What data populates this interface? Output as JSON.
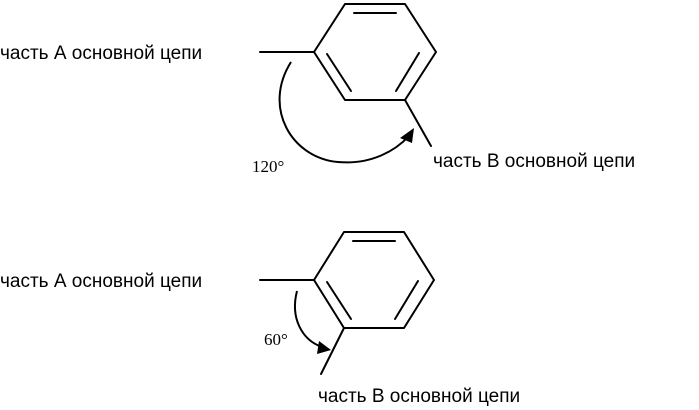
{
  "diagram_top": {
    "label_a": "часть А основной цепи",
    "label_b": "часть В основной цепи",
    "angle": "120°"
  },
  "diagram_bottom": {
    "label_a": "часть А основной цепи",
    "label_b": "часть В основной цепи",
    "angle": "60°"
  },
  "colors": {
    "line": "#000000",
    "background": "#ffffff"
  }
}
